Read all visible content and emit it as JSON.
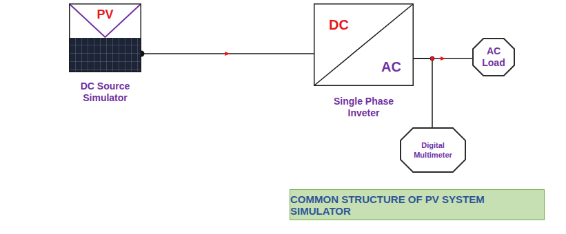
{
  "diagram": {
    "caption": "COMMON STRUCTURE OF PV SYSTEM SIMULATOR",
    "nodes": [
      {
        "text": [
          "PV",
          "DC Source Simulator"
        ]
      },
      {
        "text": [
          "DC",
          "AC",
          "Single Phase Inveter"
        ]
      },
      {
        "text": [
          "AC Load"
        ]
      },
      {
        "text": [
          "Digital Multimeter"
        ]
      }
    ],
    "edges": [
      {
        "from": 0,
        "to": 1,
        "arrow": "to"
      },
      {
        "from": 1,
        "to": 2,
        "arrow": "to"
      },
      {
        "from": 1,
        "to": 3,
        "arrow": "none"
      }
    ]
  }
}
